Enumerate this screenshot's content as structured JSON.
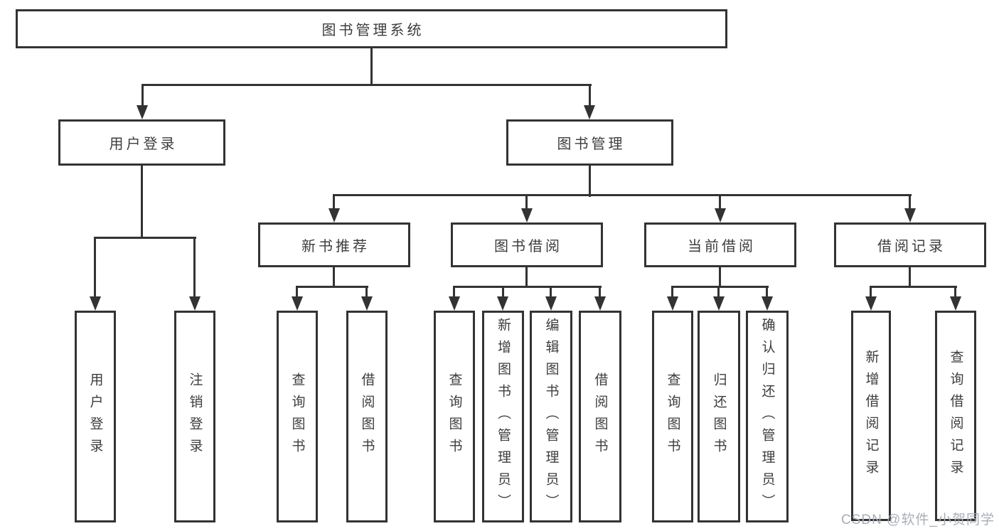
{
  "diagram": {
    "root": {
      "label": "图书管理系统"
    },
    "branches": [
      {
        "label": "用户登录",
        "children": [
          {
            "label": "用户登录"
          },
          {
            "label": "注销登录"
          }
        ]
      },
      {
        "label": "图书管理",
        "children": [
          {
            "label": "新书推荐",
            "children": [
              {
                "label": "查询图书"
              },
              {
                "label": "借阅图书"
              }
            ]
          },
          {
            "label": "图书借阅",
            "children": [
              {
                "label": "查询图书"
              },
              {
                "label": "新增图书（管理员）"
              },
              {
                "label": "编辑图书（管理员）"
              },
              {
                "label": "借阅图书"
              }
            ]
          },
          {
            "label": "当前借阅",
            "children": [
              {
                "label": "查询图书"
              },
              {
                "label": "归还图书"
              },
              {
                "label": "确认归还（管理员）"
              }
            ]
          },
          {
            "label": "借阅记录",
            "children": [
              {
                "label": "新增借阅记录"
              },
              {
                "label": "查询借阅记录"
              }
            ]
          }
        ]
      }
    ]
  },
  "watermark": {
    "text": "CSDN @软件_小贺同学"
  },
  "colors": {
    "line": "#333333",
    "text": "#3d3d3d",
    "background": "#ffffff",
    "watermark": "#a9aeb8"
  }
}
